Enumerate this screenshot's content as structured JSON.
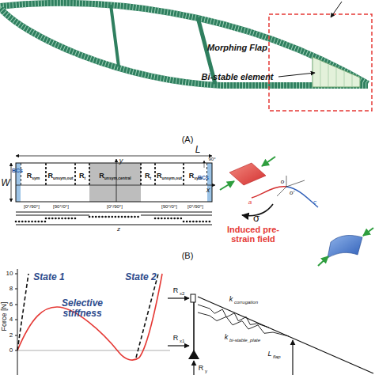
{
  "diagram": {
    "nodes": [
      {
        "text": [
          "R",
          "sym"
        ]
      },
      {
        "text": [
          "R",
          "unsym,out"
        ]
      },
      {
        "text": [
          "R",
          "t"
        ]
      },
      {
        "text": [
          "R",
          "unsym,central"
        ]
      },
      {
        "text": [
          "R",
          "t"
        ]
      },
      {
        "text": [
          "R",
          "unsym,out"
        ]
      },
      {
        "text": [
          "R",
          "sym"
        ]
      }
    ],
    "labels": [
      "Morphing Flap",
      "Bi-stable element",
      "(A)",
      "L",
      "W",
      "BCs",
      "BCs",
      "90°",
      "y",
      "x",
      "[0°/90°]",
      "[90°/0°]",
      "[0°/90°]",
      "[90°/0°]",
      "[0°/90°]",
      "z",
      "a",
      "o",
      "o'",
      "c",
      "σ",
      "Induced pre-strain field",
      "(B)",
      "10",
      "8",
      "6",
      "4",
      "2",
      "0",
      "Force [N]",
      "State 1",
      "State 2",
      "Selective stiffness",
      "R",
      "x2",
      "R",
      "x1",
      "k",
      "corrugation",
      "k",
      "bi-stable_plate",
      "L",
      "flap",
      "R",
      "y"
    ]
  }
}
